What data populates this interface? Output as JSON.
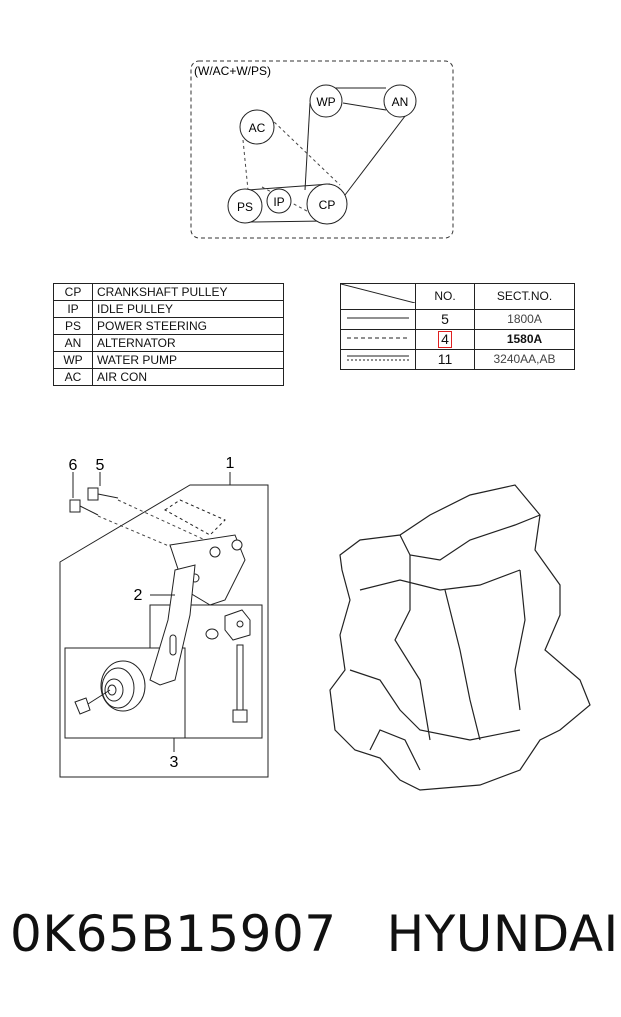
{
  "belt_diagram": {
    "title": "(W/AC+W/PS)",
    "pulleys": [
      "WP",
      "AN",
      "AC",
      "PS",
      "IP",
      "CP"
    ]
  },
  "legend": [
    {
      "code": "CP",
      "name": "CRANKSHAFT PULLEY"
    },
    {
      "code": "IP",
      "name": "IDLE PULLEY"
    },
    {
      "code": "PS",
      "name": "POWER STEERING"
    },
    {
      "code": "AN",
      "name": "ALTERNATOR"
    },
    {
      "code": "WP",
      "name": "WATER PUMP"
    },
    {
      "code": "AC",
      "name": "AIR CON"
    }
  ],
  "belt_table": {
    "headers": [
      "",
      "NO.",
      "SECT.NO."
    ],
    "rows": [
      {
        "no": "5",
        "sect": "1800A"
      },
      {
        "no": "4",
        "sect": "1580A",
        "highlighted": true
      },
      {
        "no": "11",
        "sect": "3240AA,AB"
      }
    ]
  },
  "parts": {
    "callouts": [
      "1",
      "2",
      "3",
      "5",
      "6"
    ]
  },
  "footer": {
    "part_number": "0K65B15907",
    "brand": "HYUNDAI"
  },
  "colors": {
    "highlight": "#e02020",
    "line": "#222222"
  }
}
